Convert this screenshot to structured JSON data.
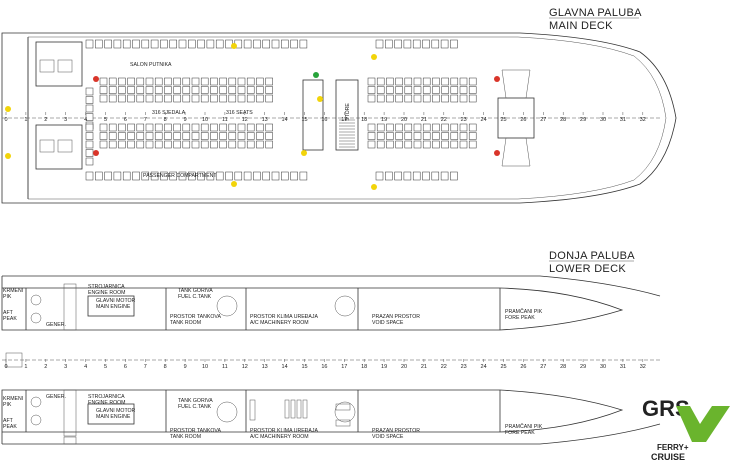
{
  "main_deck": {
    "title_hr": "GLAVNA PALUBA",
    "title_en": "MAIN DECK",
    "labels": {
      "salon": "SALON PUTNIKA",
      "sjedala": "316 SJEDALA",
      "seats": "316 SEATS",
      "store": "STORE",
      "passenger_compartment": "PASSENGER COMPARTMENT"
    }
  },
  "lower_deck": {
    "title_hr": "DONJA PALUBA",
    "title_en": "LOWER DECK",
    "labels": {
      "krmeni_pik_1": "KRMENI\nPIK",
      "aft_peak_1": "AFT\nPEAK",
      "krmeni_pik_2": "KRMENI\nPIK",
      "aft_peak_2": "AFT\nPEAK",
      "generator_1": "GENER.",
      "generator_2": "GENER.",
      "strojarnica_1": "STROJARNICA\nENGINE ROOM",
      "strojarnica_2": "STROJARNICA\nENGINE ROOM",
      "glavni_motor_1": "GLAVNI MOTOR\nMAIN ENGINE",
      "glavni_motor_2": "GLAVNI MOTOR\nMAIN ENGINE",
      "tank_goriva_1": "TANK GORIVA\nFUEL C.TANK",
      "tank_goriva_2": "TANK GORIVA\nFUEL C.TANK",
      "prostor_tankova_1": "PROSTOR TANKOVA\nTANK ROOM",
      "prostor_tankova_2": "PROSTOR TANKOVA\nTANK ROOM",
      "klima_1": "PROSTOR KLIMA UREĐAJA\nA/C MACHINERY ROOM",
      "klima_2": "PROSTOR KLIMA UREĐAJA\nA/C MACHINERY ROOM",
      "void_1": "PRAZAN PROSTOR\nVOID SPACE",
      "void_2": "PRAZAN PROSTOR\nVOID SPACE",
      "fore_peak_1": "PRAMČANI PIK\nFORE PEAK",
      "fore_peak_2": "PRAMČANI PIK\nFORE PEAK"
    }
  },
  "frames_main": [
    "0",
    "1",
    "2",
    "3",
    "4",
    "5",
    "6",
    "7",
    "8",
    "9",
    "10",
    "11",
    "12",
    "13",
    "14",
    "15",
    "16",
    "17",
    "18",
    "19",
    "20",
    "21",
    "22",
    "23",
    "24",
    "25",
    "26",
    "27",
    "28",
    "29",
    "30",
    "31",
    "32"
  ],
  "frames_lower": [
    "0",
    "1",
    "2",
    "3",
    "4",
    "5",
    "6",
    "7",
    "8",
    "9",
    "10",
    "11",
    "12",
    "13",
    "14",
    "15",
    "16",
    "17",
    "18",
    "19",
    "20",
    "21",
    "22",
    "23",
    "24",
    "25",
    "26",
    "27",
    "28",
    "29",
    "30",
    "31",
    "32"
  ],
  "logo": {
    "text": "GRS",
    "sub1": "FERRY+",
    "sub2": "CRUISE",
    "colors": {
      "dark": "#2b2b2b",
      "green": "#6ab42d"
    }
  },
  "marker_colors": {
    "red": "#d9352a",
    "yellow": "#f2d40a",
    "green": "#27a33a"
  }
}
